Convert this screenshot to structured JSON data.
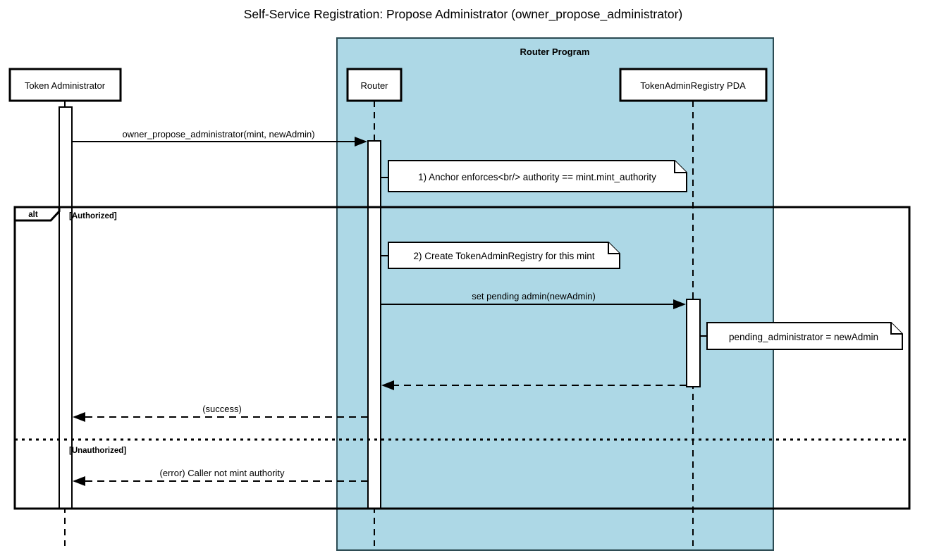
{
  "diagram": {
    "type": "uml-sequence-diagram",
    "title": "Self-Service Registration: Propose Administrator (owner_propose_administrator)",
    "colors": {
      "group_fill": "#ADD8E6",
      "group_stroke": "#2b4a52",
      "line": "#000000",
      "box_fill": "#ffffff",
      "note_fill": "#ffffff"
    }
  },
  "group": {
    "label": "Router Program"
  },
  "participants": [
    {
      "id": "token-administrator",
      "label": "Token Administrator"
    },
    {
      "id": "router",
      "label": "Router"
    },
    {
      "id": "token-admin-registry-pda",
      "label": "TokenAdminRegistry PDA"
    }
  ],
  "messages": [
    {
      "id": "m1",
      "label": "owner_propose_administrator(mint, newAdmin)",
      "from": "token-administrator",
      "to": "router",
      "style": "solid"
    },
    {
      "id": "m2",
      "label": "set pending admin(newAdmin)",
      "from": "router",
      "to": "token-admin-registry-pda",
      "style": "solid"
    },
    {
      "id": "m3",
      "label": "",
      "from": "token-admin-registry-pda",
      "to": "router",
      "style": "dashed"
    },
    {
      "id": "m4",
      "label": "(success)",
      "from": "router",
      "to": "token-administrator",
      "style": "dashed"
    },
    {
      "id": "m5",
      "label": "(error) Caller not mint authority",
      "from": "router",
      "to": "token-administrator",
      "style": "dashed"
    }
  ],
  "notes": [
    {
      "id": "n1",
      "text": "1) Anchor enforces<br/> authority == mint.mint_authority",
      "over": "router"
    },
    {
      "id": "n2",
      "text": "2) Create TokenAdminRegistry for this mint",
      "over": "router"
    },
    {
      "id": "n3",
      "text": "pending_administrator = newAdmin",
      "over": "token-admin-registry-pda"
    }
  ],
  "alt_fragment": {
    "operator": "alt",
    "branches": [
      {
        "id": "branch-authorized",
        "guard": "[Authorized]"
      },
      {
        "id": "branch-unauthorized",
        "guard": "[Unauthorized]"
      }
    ]
  }
}
